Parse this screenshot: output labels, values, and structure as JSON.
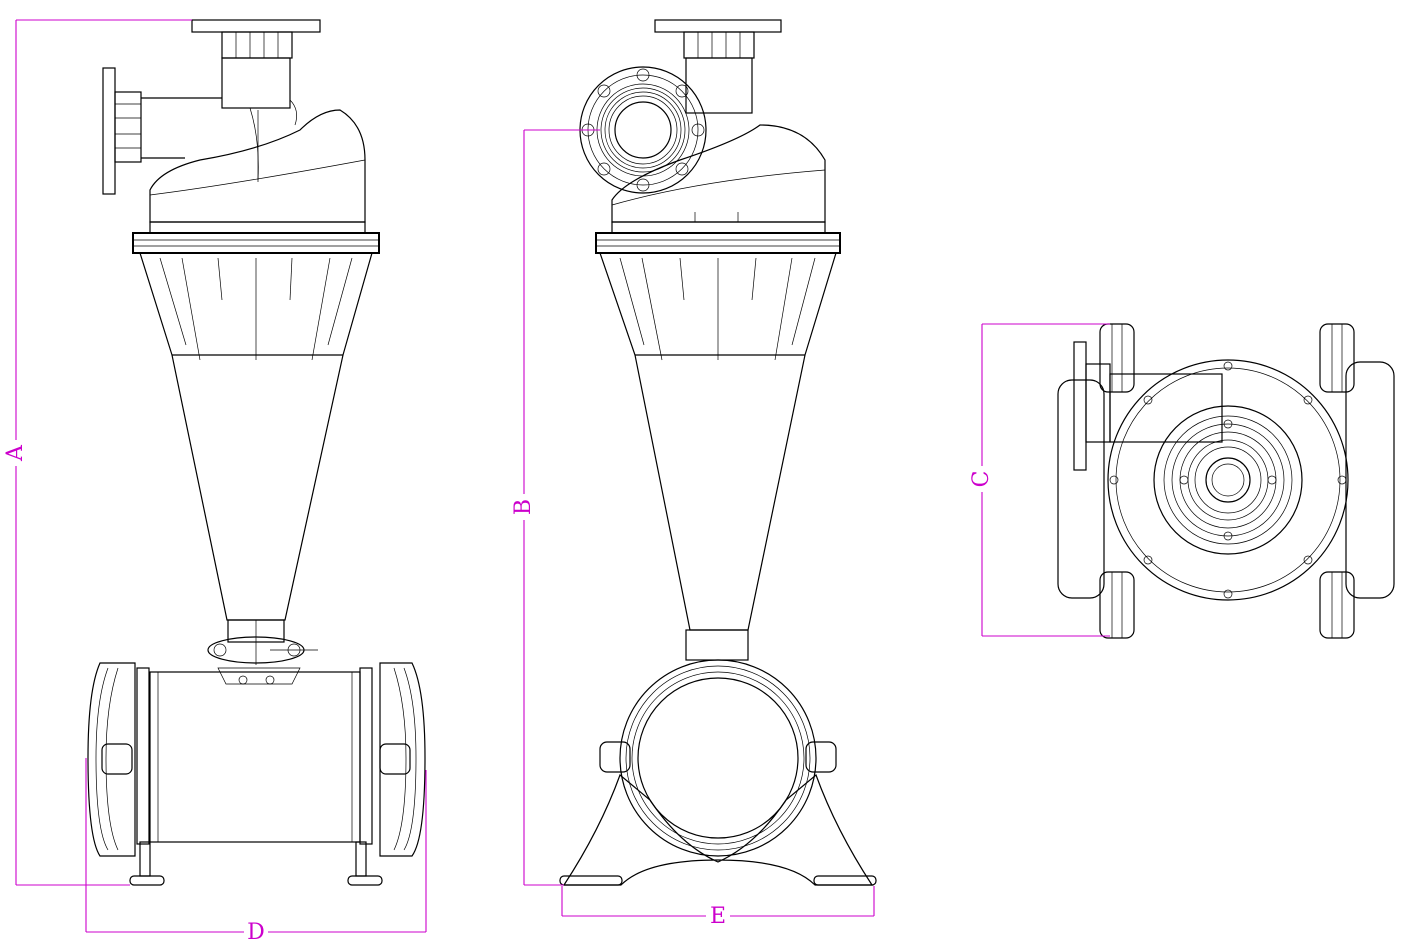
{
  "colors": {
    "line": "#000000",
    "dimension": "#cc00cc",
    "background": "#ffffff"
  },
  "dimensions": {
    "A": "A",
    "B": "B",
    "C": "C",
    "D": "D",
    "E": "E"
  }
}
